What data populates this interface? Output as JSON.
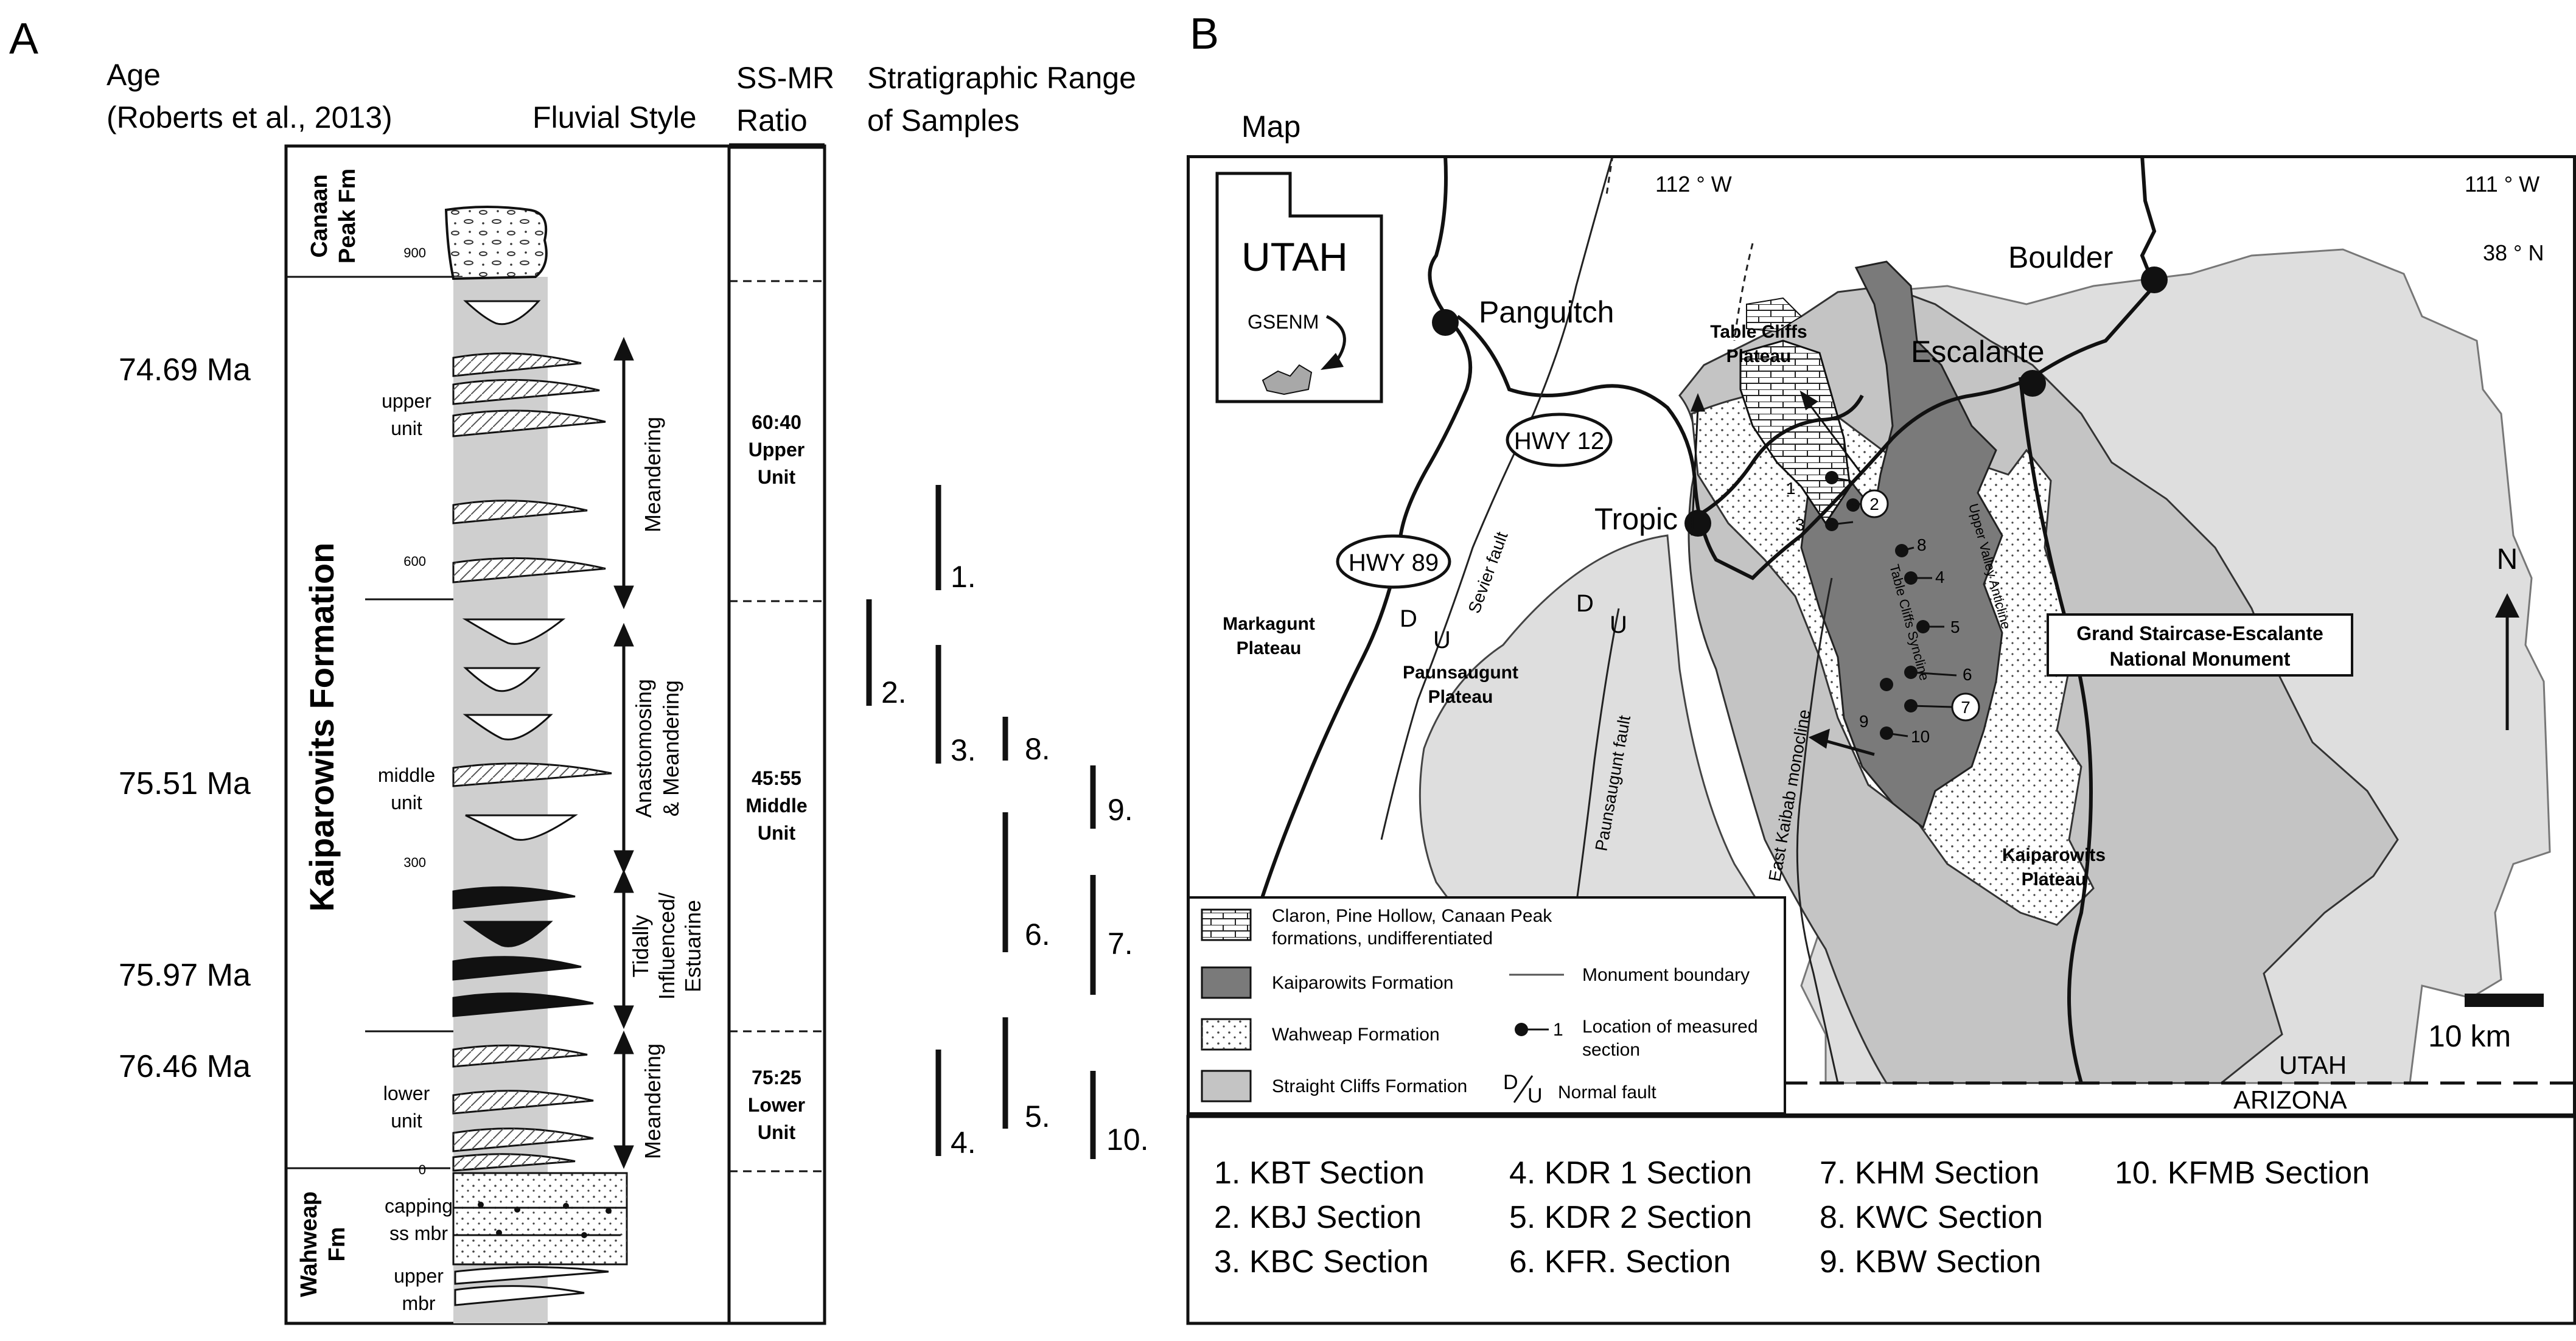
{
  "panel_a": {
    "panel_letter": "A",
    "header": {
      "age": "Age",
      "age_ref": "(Roberts et al., 2013)",
      "fluvial_style": "Fluvial Style",
      "ratio_line1": "SS-MR",
      "ratio_line2": "Ratio",
      "range_line1": "Stratigraphic Range",
      "range_line2": "of Samples"
    },
    "ages": [
      "74.69 Ma",
      "75.51 Ma",
      "75.97 Ma",
      "76.46 Ma"
    ],
    "formations": {
      "canaan_line1": "Canaan",
      "canaan_line2": "Peak Fm",
      "kaiparowits": "Kaiparowits Formation",
      "wahweap_line1": "Wahweap",
      "wahweap_line2": "Fm"
    },
    "units": {
      "upper": [
        "upper",
        "unit"
      ],
      "middle": [
        "middle",
        "unit"
      ],
      "lower": [
        "lower",
        "unit"
      ],
      "capping": [
        "capping",
        "ss mbr"
      ],
      "upper_mbr": [
        "upper",
        "mbr"
      ]
    },
    "depth_ticks": [
      "900",
      "600",
      "300",
      "0"
    ],
    "styles": {
      "meandering_upper": "Meandering",
      "anastomosing_line1": "Anastomosing",
      "anastomosing_line2": "& Meandering",
      "tidal_line1": "Tidally",
      "tidal_line2": "Influenced/",
      "tidal_line3": "Estuarine",
      "meandering_lower": "Meandering"
    },
    "ratios": {
      "upper": [
        "60:40",
        "Upper",
        "Unit"
      ],
      "middle": [
        "45:55",
        "Middle",
        "Unit"
      ],
      "lower": [
        "75:25",
        "Lower",
        "Unit"
      ]
    },
    "samples": [
      "1.",
      "2.",
      "3.",
      "4.",
      "5.",
      "6.",
      "7.",
      "8.",
      "9.",
      "10."
    ]
  },
  "panel_b": {
    "panel_letter": "B",
    "title": "Map",
    "state": "UTAH",
    "gsenm": "GSENM",
    "lon_112": "112 ° W",
    "lon_111": "111 ° W",
    "lat_38": "38 ° N",
    "towns": [
      "Panguitch",
      "Boulder",
      "Escalante",
      "Tropic"
    ],
    "highways": [
      "HWY 12",
      "HWY 89"
    ],
    "places": {
      "table_cliffs_1": "Table Cliffs",
      "table_cliffs_2": "Plateau",
      "markagunt_1": "Markagunt",
      "markagunt_2": "Plateau",
      "paunsaugunt_1": "Paunsaugunt",
      "paunsaugunt_2": "Plateau",
      "kaiparowits_1": "Kaiparowits",
      "kaiparowits_2": "Plateau",
      "monument_1": "Grand Staircase-Escalante",
      "monument_2": "National Monument"
    },
    "structures": {
      "sevier": "Sevier fault",
      "paunsaugunt_fault": "Paunsaugunt fault",
      "east_kaibab": "East Kaibab monocline",
      "syncline": "Table Cliffs Syncline",
      "anticline": "Upper Valley Anticline"
    },
    "fault_marks": [
      "D",
      "U",
      "D",
      "U"
    ],
    "north": "N",
    "scale": "10 km",
    "border_top": "UTAH",
    "border_bottom": "ARIZONA",
    "section_numbers": [
      "1",
      "2",
      "3",
      "4",
      "5",
      "6",
      "7",
      "8",
      "9",
      "10"
    ],
    "legend": {
      "claron_1": "Claron, Pine Hollow, Canaan Peak",
      "claron_2": "formations, undifferentiated",
      "kaiparowits": "Kaiparowits Formation",
      "wahweap": "Wahweap Formation",
      "straight_cliffs": "Straight Cliffs Formation",
      "monument_boundary": "Monument boundary",
      "location_1": "Location of measured",
      "location_2": "section",
      "location_num": "1",
      "normal_fault": "Normal fault",
      "fault_d": "D",
      "fault_u": "U"
    }
  },
  "sections_list": [
    "1. KBT Section",
    "2. KBJ Section",
    "3. KBC Section",
    "4. KDR 1 Section",
    "5. KDR 2 Section",
    "6. KFR. Section",
    "7. KHM Section",
    "8. KWC Section",
    "9. KBW Section",
    "10. KFMB Section"
  ],
  "colors": {
    "kaiparowits": "#7a7a7a",
    "straight_cliffs": "#c4c4c4",
    "outside": "#dedede",
    "column_gray": "#cfcfcf"
  }
}
